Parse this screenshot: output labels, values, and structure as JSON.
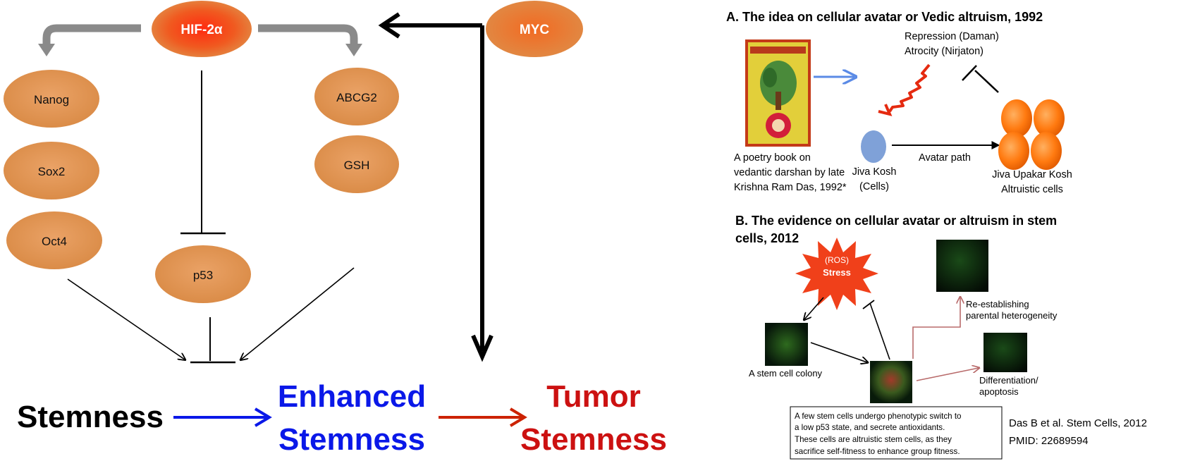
{
  "left_diagram": {
    "nodes": {
      "hif2a": "HIF-2α",
      "myc": "MYC",
      "nanog": "Nanog",
      "sox2": "Sox2",
      "oct4": "Oct4",
      "abcg2": "ABCG2",
      "gsh": "GSH",
      "p53": "p53"
    },
    "stages": {
      "stemness": "Stemness",
      "enhanced_line1": "Enhanced",
      "enhanced_line2": "Stemness",
      "tumor_line1": "Tumor",
      "tumor_line2": "Stemness"
    },
    "colors": {
      "node_fill": "#e09550",
      "hif_center": "#ff3b1a",
      "grey_arrow": "#8a8a8a",
      "blue": "#0a18e8",
      "red": "#cc1111"
    }
  },
  "panel_a": {
    "heading": "A. The idea on cellular avatar or Vedic altruism, 1992",
    "repression_line1": "Repression (Daman)",
    "repression_line2": "Atrocity (Nirjaton)",
    "book_caption_line1": "A poetry book on",
    "book_caption_line2": "vedantic darshan by late",
    "book_caption_line3": "Krishna Ram Das, 1992*",
    "jiva_kosh_line1": "Jiva Kosh",
    "jiva_kosh_line2": "(Cells)",
    "avatar_path": "Avatar path",
    "upakar_line1": "Jiva Upakar Kosh",
    "upakar_line2": "Altruistic cells"
  },
  "panel_b": {
    "heading_line1": "B. The evidence on cellular avatar or altruism in stem",
    "heading_line2": "cells, 2012",
    "stress_line1": "(ROS)",
    "stress_line2": "Stress",
    "reestablish_line1": "Re-establishing",
    "reestablish_line2": "parental heterogeneity",
    "colony_label": "A stem cell colony",
    "diff_line1": "Differentiation/",
    "diff_line2": "apoptosis",
    "box_line1": "A few stem cells undergo phenotypic switch to",
    "box_line2": "a low p53 state, and secrete antioxidants.",
    "box_line3": "These cells are altruistic stem cells, as they",
    "box_line4": "sacrifice self-fitness to enhance group fitness.",
    "citation_line1": "Das B et al. Stem Cells, 2012",
    "citation_line2": "PMID: 22689594"
  }
}
